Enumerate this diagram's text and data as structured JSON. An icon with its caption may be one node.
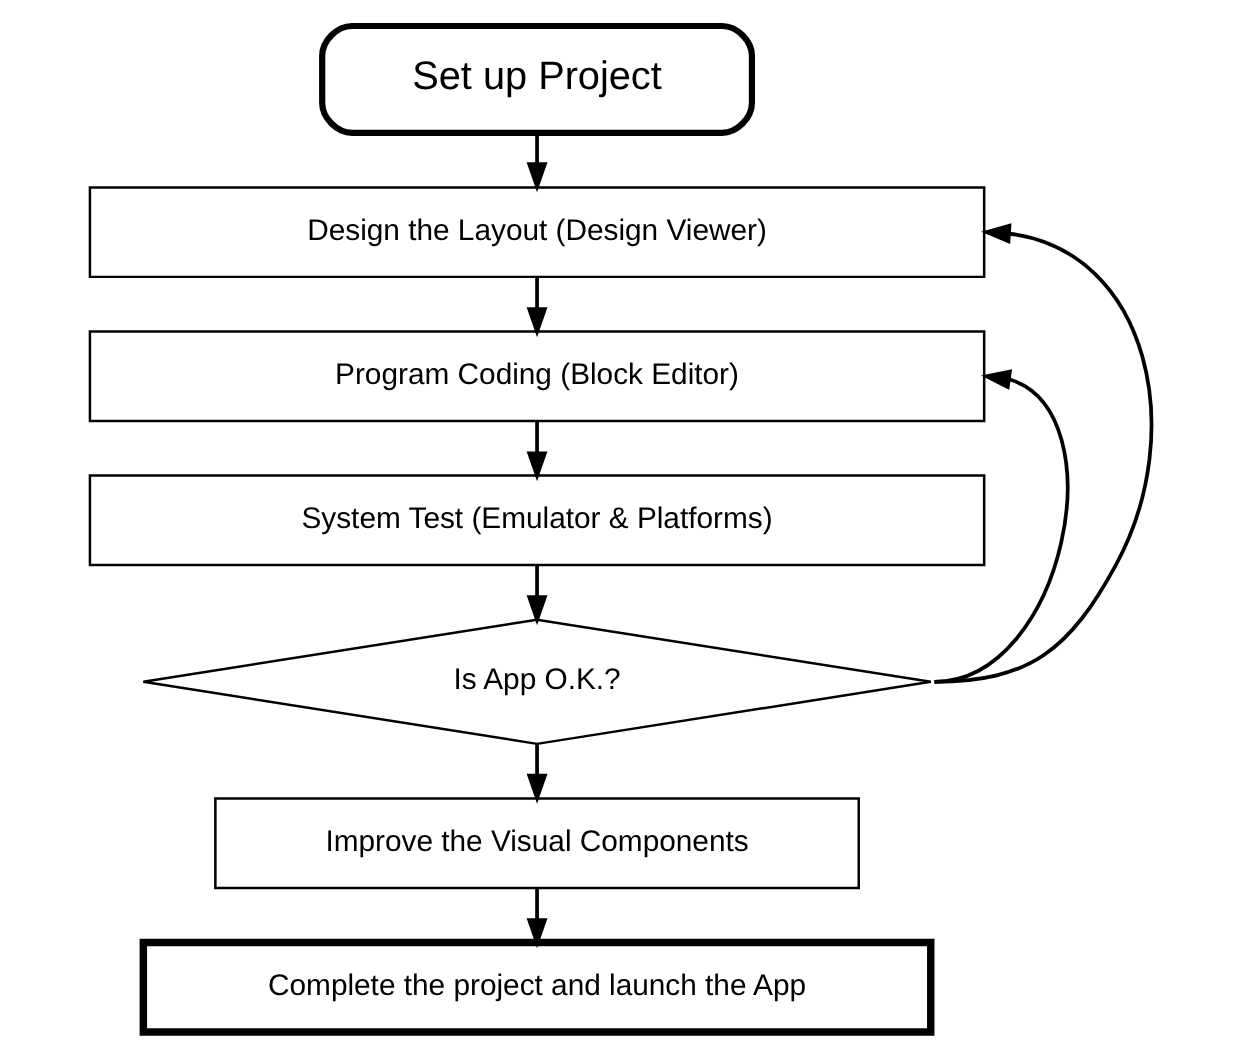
{
  "diagram": {
    "nodes": [
      {
        "text": [
          "Set up Project"
        ]
      },
      {
        "text": [
          "Design the Layout (Design Viewer)"
        ]
      },
      {
        "text": [
          "Program Coding (Block Editor)"
        ]
      },
      {
        "text": [
          "System Test (Emulator & Platforms)"
        ]
      },
      {
        "text": [
          "Is App O.K.?"
        ]
      },
      {
        "text": [
          "Improve the Visual Components"
        ]
      },
      {
        "text": [
          "Complete the project and launch the App"
        ]
      }
    ],
    "edges": [
      {
        "from": 0,
        "to": 1,
        "arrow": "to"
      },
      {
        "from": 1,
        "to": 2,
        "arrow": "to"
      },
      {
        "from": 2,
        "to": 3,
        "arrow": "to"
      },
      {
        "from": 3,
        "to": 4,
        "arrow": "to"
      },
      {
        "from": 4,
        "to": 1,
        "arrow": "to"
      },
      {
        "from": 4,
        "to": 2,
        "arrow": "to"
      },
      {
        "from": 4,
        "to": 5,
        "arrow": "to"
      },
      {
        "from": 5,
        "to": 6,
        "arrow": "to"
      }
    ]
  }
}
